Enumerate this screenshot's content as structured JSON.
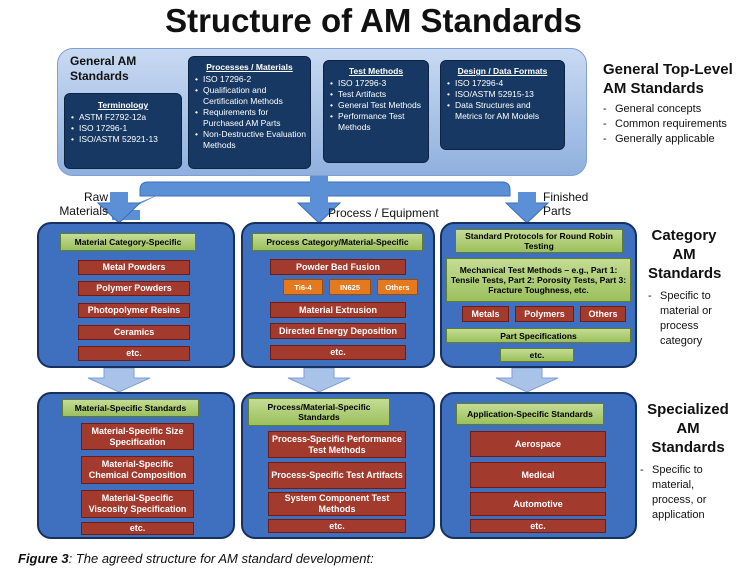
{
  "title": "Structure of AM Standards",
  "top": {
    "general_label": "General AM Standards",
    "terminology": {
      "heading": "Terminology",
      "items": [
        "ASTM  F2792-12a",
        "ISO 17296-1",
        "ISO/ASTM 52921-13"
      ]
    },
    "processes_materials": {
      "heading": "Processes / Materials",
      "items": [
        "ISO 17296-2",
        "Qualification and Certification Methods",
        "Requirements for Purchased AM Parts",
        "Non-Destructive Evaluation Methods"
      ]
    },
    "test_methods": {
      "heading": "Test Methods",
      "items": [
        "ISO 17296-3",
        "Test Artifacts",
        "General Test Methods",
        "Performance Test Methods"
      ]
    },
    "design_data": {
      "heading": "Design / Data Formats",
      "items": [
        "ISO 17296-4",
        "ISO/ASTM 52915-13",
        "Data Structures and Metrics for AM Models"
      ]
    }
  },
  "right": {
    "general": {
      "title": "General Top-Level AM Standards",
      "items": [
        "General concepts",
        "Common requirements",
        "Generally applicable"
      ]
    },
    "category": {
      "title": "Category AM Standards",
      "items": [
        "Specific to material or process category"
      ]
    },
    "specialized": {
      "title": "Specialized AM Standards",
      "items": [
        "Specific to material, process, or application"
      ]
    }
  },
  "column_labels": {
    "raw": "Raw Materials",
    "process": "Process / Equipment",
    "finished": "Finished Parts"
  },
  "category": {
    "left": {
      "header": "Material Category-Specific",
      "items": [
        "Metal Powders",
        "Polymer Powders",
        "Photopolymer Resins",
        "Ceramics",
        "etc."
      ]
    },
    "mid": {
      "header": "Process Category/Material-Specific",
      "pbf": "Powder Bed Fusion",
      "pbf_subs": [
        "Ti6-4",
        "IN625",
        "Others"
      ],
      "items": [
        "Material Extrusion",
        "Directed Energy Deposition",
        "etc."
      ]
    },
    "right": {
      "header": "Standard Protocols for Round Robin Testing",
      "mech": "Mechanical Test Methods – e.g., Part 1: Tensile Tests, Part 2: Porosity Tests, Part 3: Fracture Toughness, etc.",
      "subs": [
        "Metals",
        "Polymers",
        "Others"
      ],
      "part_specs": "Part Specifications",
      "etc": "etc."
    }
  },
  "specialized": {
    "left": {
      "header": "Material-Specific Standards",
      "items": [
        "Material-Specific Size Specification",
        "Material-Specific Chemical Composition",
        "Material-Specific Viscosity Specification",
        "etc."
      ]
    },
    "mid": {
      "header": "Process/Material-Specific Standards",
      "items": [
        "Process-Specific Performance Test Methods",
        "Process-Specific Test Artifacts",
        "System Component Test Methods",
        "etc."
      ]
    },
    "right": {
      "header": "Application-Specific Standards",
      "items": [
        "Aerospace",
        "Medical",
        "Automotive",
        "etc."
      ]
    }
  },
  "caption": {
    "label": "Figure 3",
    "text": ": The agreed structure for AM standard development:"
  },
  "colors": {
    "navy": "#163863",
    "panel_blue": "#3f6fbf",
    "red": "#a33a2e",
    "green": "#9cc05c",
    "orange": "#e5791d",
    "arrow": "#5b8fd6"
  }
}
